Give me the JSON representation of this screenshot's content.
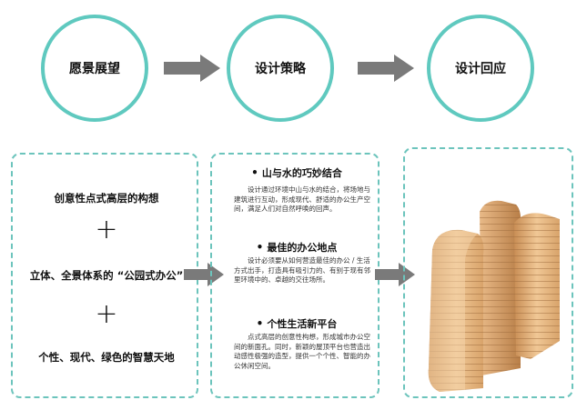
{
  "steps": [
    {
      "label": "愿景展望"
    },
    {
      "label": "设计策略"
    },
    {
      "label": "设计回应"
    }
  ],
  "vision": {
    "items": [
      "创意性点式高层的构想",
      "立体、全景体系的 “公园式办公”",
      "个性、现代、绿色的智慧天地"
    ],
    "plus": "+"
  },
  "strategies": [
    {
      "bullet": "•",
      "title": "山与水的巧妙结合",
      "body": "设计通过环境中山与水的结合，将场地与建筑进行互动，形成现代、舒适的办公生产空间，满足人们对自然呼唤的回声。"
    },
    {
      "bullet": "•",
      "title": "最佳的办公地点",
      "body": "设计必须要从如何营造最佳的办公 / 生活方式出手，打造具有吸引力的、有别于现有邻里环境中的、卓越的交往场所。"
    },
    {
      "bullet": "•",
      "title": "个性生活新平台",
      "body": "点式高层的创意性构想，形成城市办公空间的新面孔。同时，新颖的屋顶平台也营造出动感性极强的造型，提供一个个性、智能的办公休闲空间。"
    }
  ],
  "colors": {
    "teal": "#5fc9bf",
    "arrow": "#7a7a7a",
    "building": "#d9a46b"
  }
}
